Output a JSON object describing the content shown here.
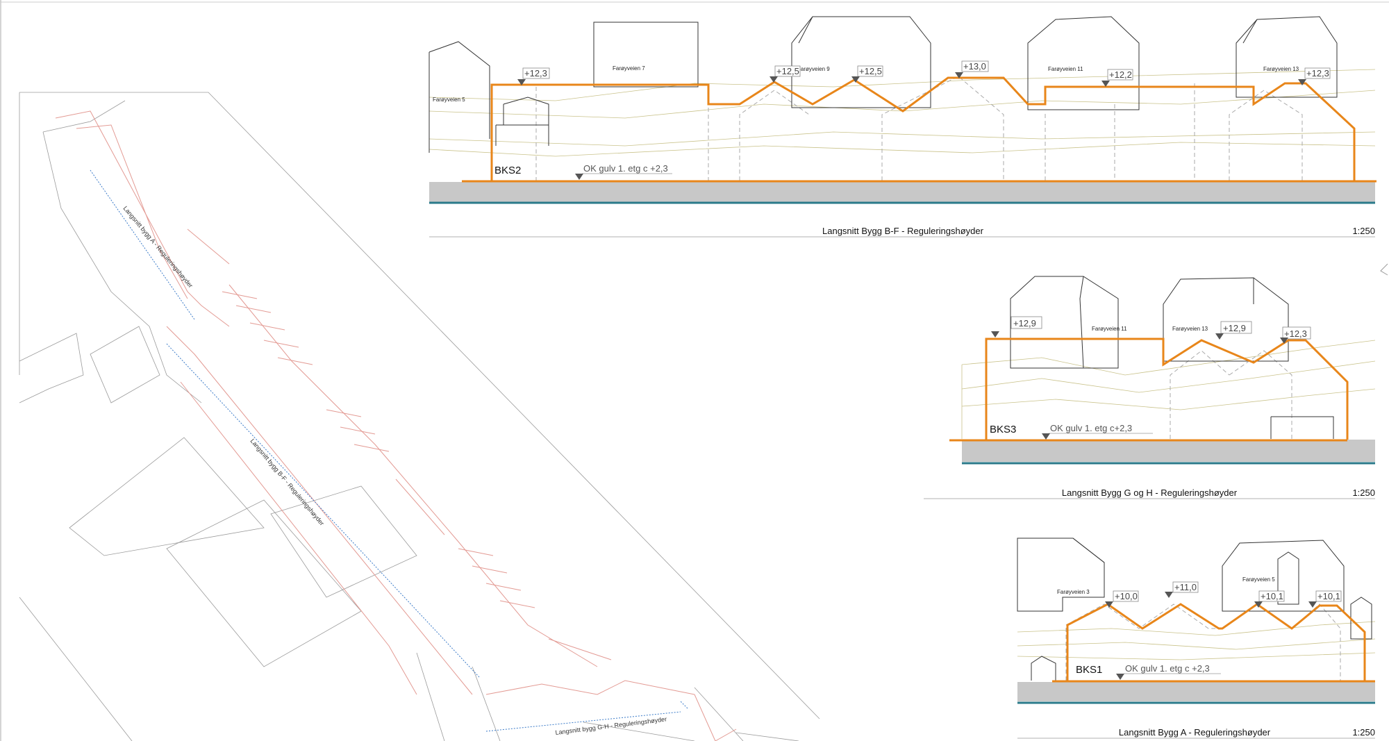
{
  "sections": [
    {
      "id": "bf",
      "title": "Langsnitt Bygg B-F - Reguleringshøyder",
      "scale": "1:250",
      "bks": "BKS2",
      "floor_label": "OK gulv 1. etg c +2,3",
      "elevations": [
        "+12,3",
        "+12,5",
        "+12,5",
        "+13,0",
        "+12,2",
        "+12,3"
      ],
      "houses": [
        "Farøyveien 5",
        "Farøyveien 7",
        "Farøyveien 9",
        "Farøyveien 11",
        "Farøyveien 13"
      ]
    },
    {
      "id": "gh",
      "title": "Langsnitt Bygg G og H - Reguleringshøyder",
      "scale": "1:250",
      "bks": "BKS3",
      "floor_label": "OK gulv 1. etg c+2,3",
      "elevations": [
        "+12,9",
        "+12,9",
        "+12,3"
      ],
      "houses": [
        "Farøyveien 11",
        "Farøyveien 13"
      ]
    },
    {
      "id": "a",
      "title": "Langsnitt Bygg A - Reguleringshøyder",
      "scale": "1:250",
      "bks": "BKS1",
      "floor_label": "OK gulv 1. etg c +2,3",
      "elevations": [
        "+10,0",
        "+11,0",
        "+10,1",
        "+10,1"
      ],
      "houses": [
        "Farøyveien 3",
        "Farøyveien 5"
      ]
    }
  ],
  "plan": {
    "section_lines": [
      "Langsnitt bygg A - Reguleringshøyder",
      "Langsnitt bygg B-F - Reguleringshøyder",
      "Langsnitt bygg G-H - Reguleringshøyder"
    ]
  },
  "colors": {
    "regulation_line": "#e8861a",
    "ground": "#c8c8c8",
    "water": "#2a7a8a"
  }
}
